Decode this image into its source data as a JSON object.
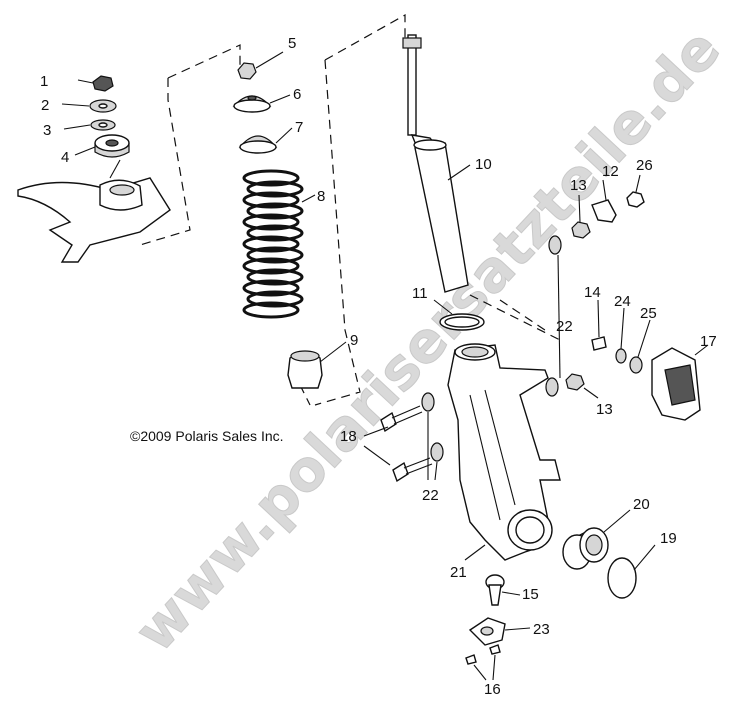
{
  "copyright": "©2009 Polaris Sales Inc.",
  "watermark": "www.polarisersatzteile.de",
  "callouts": [
    {
      "id": "1",
      "label": "1"
    },
    {
      "id": "2",
      "label": "2"
    },
    {
      "id": "3",
      "label": "3"
    },
    {
      "id": "4",
      "label": "4"
    },
    {
      "id": "5",
      "label": "5"
    },
    {
      "id": "6",
      "label": "6"
    },
    {
      "id": "7",
      "label": "7"
    },
    {
      "id": "8",
      "label": "8"
    },
    {
      "id": "9",
      "label": "9"
    },
    {
      "id": "10",
      "label": "10"
    },
    {
      "id": "11",
      "label": "11"
    },
    {
      "id": "12",
      "label": "12"
    },
    {
      "id": "13a",
      "label": "13"
    },
    {
      "id": "13b",
      "label": "13"
    },
    {
      "id": "14",
      "label": "14"
    },
    {
      "id": "15",
      "label": "15"
    },
    {
      "id": "16",
      "label": "16"
    },
    {
      "id": "17",
      "label": "17"
    },
    {
      "id": "18",
      "label": "18"
    },
    {
      "id": "19",
      "label": "19"
    },
    {
      "id": "20",
      "label": "20"
    },
    {
      "id": "21",
      "label": "21"
    },
    {
      "id": "22a",
      "label": "22"
    },
    {
      "id": "22b",
      "label": "22"
    },
    {
      "id": "23",
      "label": "23"
    },
    {
      "id": "24",
      "label": "24"
    },
    {
      "id": "25",
      "label": "25"
    },
    {
      "id": "26",
      "label": "26"
    }
  ]
}
